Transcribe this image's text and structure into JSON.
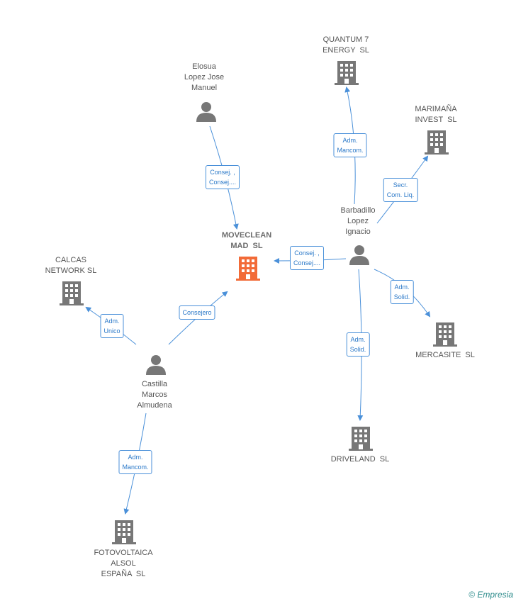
{
  "colors": {
    "edge": "#4a90d9",
    "person": "#777777",
    "company": "#777777",
    "focus": "#f26b38"
  },
  "nodes": {
    "moveclean": {
      "label": "MOVECLEAN\nMAD  SL",
      "icon": "building-icon-highlight"
    },
    "quantum": {
      "label": "QUANTUM 7\nENERGY  SL",
      "icon": "building-icon"
    },
    "marimana": {
      "label": "MARIMAÑA\nINVEST  SL",
      "icon": "building-icon"
    },
    "calcas": {
      "label": "CALCAS\nNETWORK SL",
      "icon": "building-icon"
    },
    "mercasite": {
      "label": "MERCASITE  SL",
      "icon": "building-icon"
    },
    "driveland": {
      "label": "DRIVELAND  SL",
      "icon": "building-icon"
    },
    "fotovoltaica": {
      "label": "FOTOVOLTAICA\nALSOL\nESPAÑA  SL",
      "icon": "building-icon"
    },
    "elosua": {
      "label": "Elosua\nLopez Jose\nManuel",
      "icon": "person-icon"
    },
    "barbadillo": {
      "label": "Barbadillo\nLopez\nIgnacio",
      "icon": "person-icon"
    },
    "castilla": {
      "label": "Castilla\nMarcos\nAlmudena",
      "icon": "person-icon"
    }
  },
  "edges": {
    "elosua_moveclean": "Consej. ,\nConsej....",
    "barbadillo_moveclean": "Consej. ,\nConsej....",
    "barbadillo_quantum": "Adm.\nMancom.",
    "barbadillo_marimana": "Secr.\nCom. Liq.",
    "barbadillo_mercasite": "Adm.\nSolid.",
    "barbadillo_driveland": "Adm.\nSolid.",
    "castilla_moveclean": "Consejero",
    "castilla_calcas": "Adm.\nUnico",
    "castilla_fotovoltaica": "Adm.\nMancom."
  },
  "brand": "© Empresia"
}
